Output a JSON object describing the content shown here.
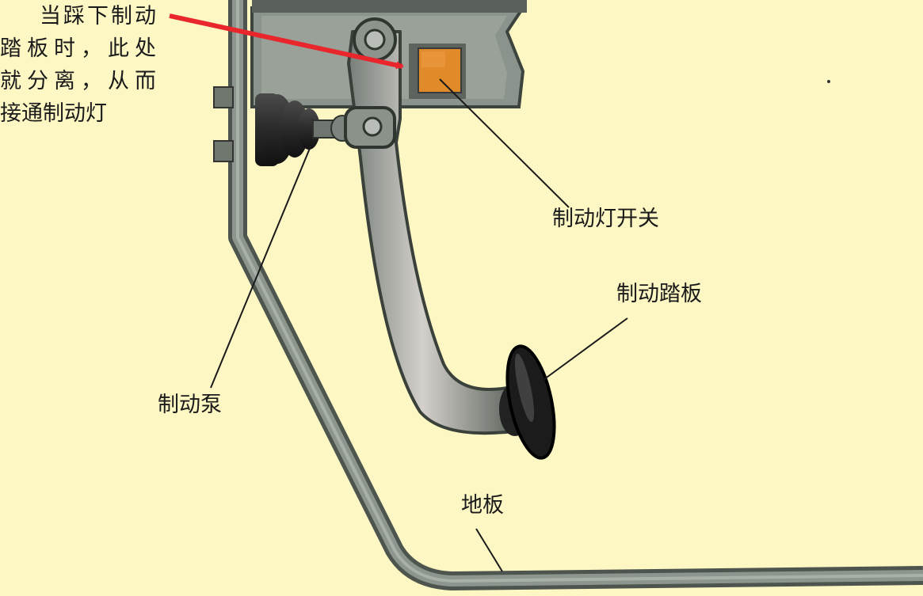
{
  "note": {
    "lines": [
      "当踩下制动",
      "踏板时，此处",
      "就分离，从而",
      "接通制动灯"
    ]
  },
  "labels": {
    "switch": "制动灯开关",
    "pedal": "制动踏板",
    "pump": "制动泵",
    "floor": "地板"
  },
  "colors": {
    "background": "#fdf7c4",
    "arrow": "#e8262b",
    "switch_block": "#e08a2a",
    "metal": "#8f9890",
    "rubber": "#262626"
  }
}
